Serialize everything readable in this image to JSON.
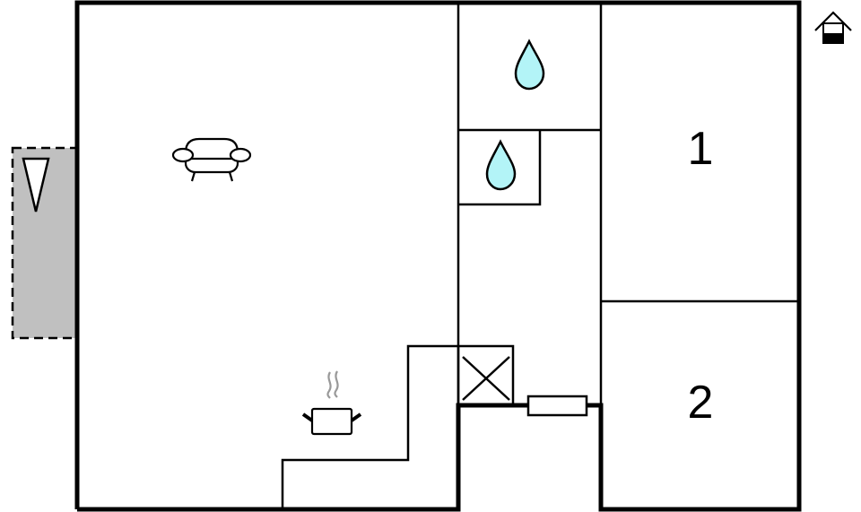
{
  "floorplan": {
    "colors": {
      "wall": "#000000",
      "water": "#b3f4f7",
      "terrace": "#c0c0c0",
      "steam": "#999999",
      "background": "#ffffff"
    },
    "rooms": [
      {
        "id": "living-kitchen",
        "label": ""
      },
      {
        "id": "bathroom-1",
        "label": ""
      },
      {
        "id": "bathroom-2",
        "label": ""
      },
      {
        "id": "bedroom-1",
        "label": "1"
      },
      {
        "id": "bedroom-2",
        "label": "2"
      }
    ],
    "icons": {
      "house": "house-icon",
      "sofa": "sofa-icon",
      "kitchen": "cooking-pot-icon",
      "water_1": "water-drop-icon",
      "water_2": "water-drop-icon",
      "terrace_marker": "triangle-icon",
      "stairs": "crossed-box-icon",
      "radiator": "radiator-icon"
    },
    "labels": {
      "bedroom_1": "1",
      "bedroom_2": "2"
    }
  }
}
